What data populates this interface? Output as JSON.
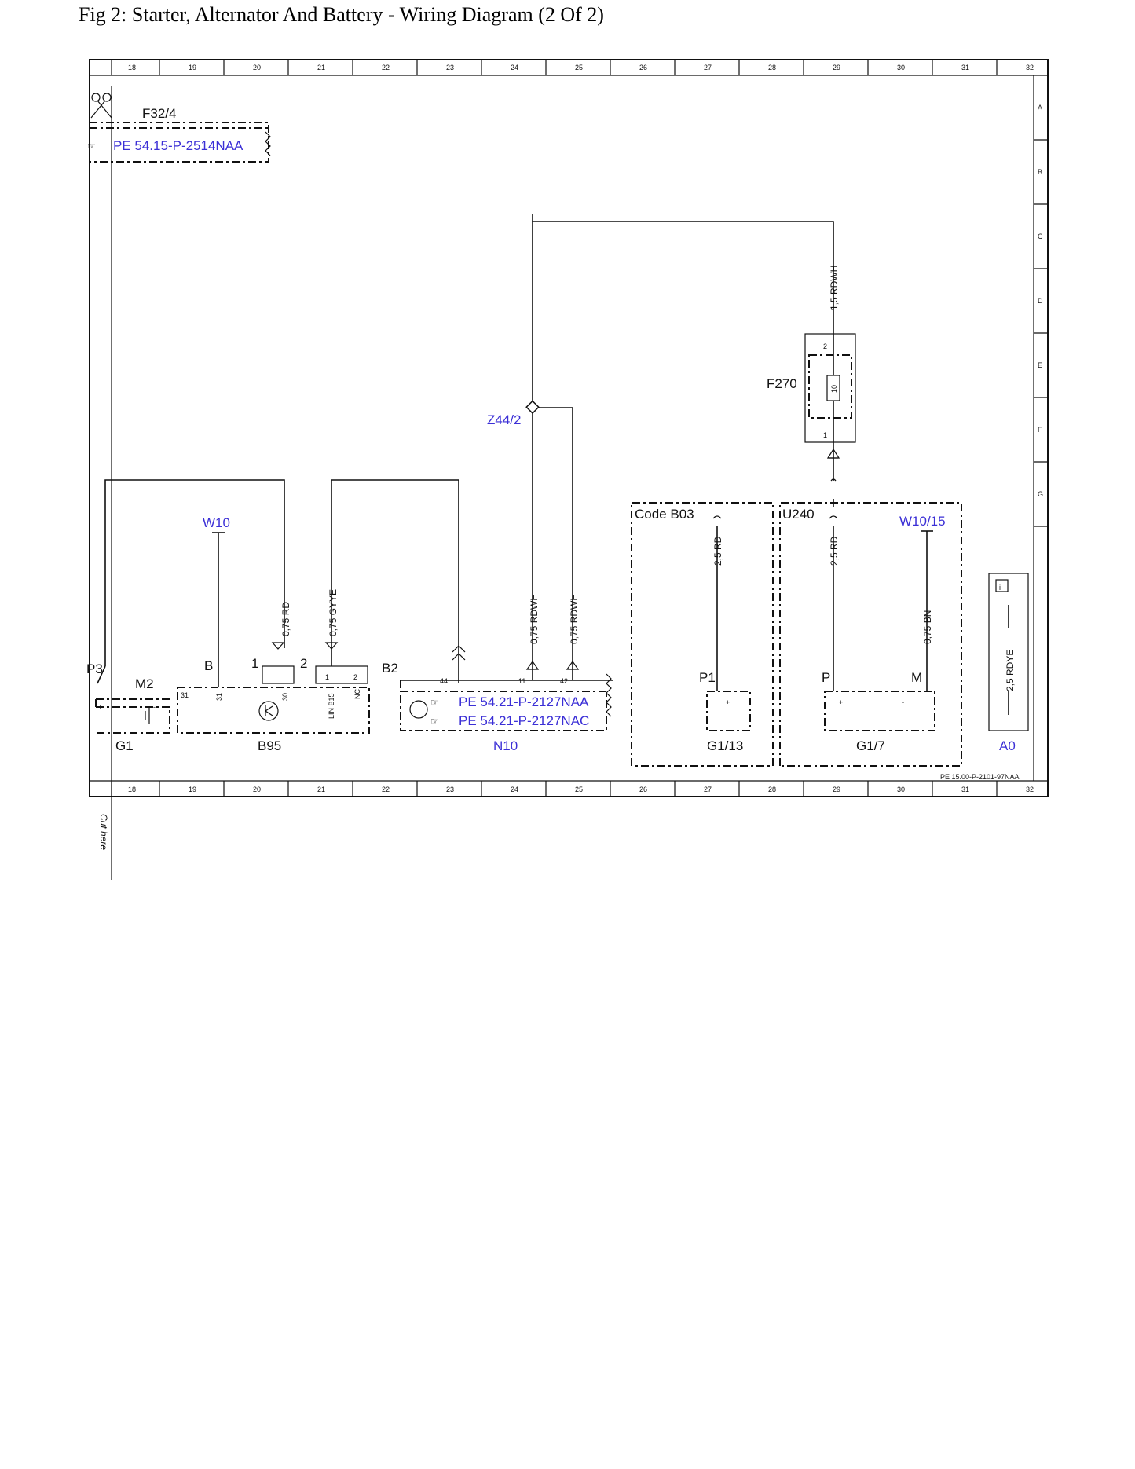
{
  "page": {
    "title": "Fig 2: Starter, Alternator And Battery - Wiring Diagram (2 Of 2)"
  },
  "grid": {
    "columns": [
      "18",
      "19",
      "20",
      "21",
      "22",
      "23",
      "24",
      "25",
      "26",
      "27",
      "28",
      "29",
      "30",
      "31",
      "32"
    ],
    "rows": [
      "A",
      "B",
      "C",
      "D",
      "E",
      "F",
      "G"
    ]
  },
  "cut_here": "Cut here",
  "references": {
    "f32_4": "F32/4",
    "pe_5415": "PE 54.15-P-2514NAA",
    "pe_5421_naa": "PE 54.21-P-2127NAA",
    "pe_5421_nac": "PE 54.21-P-2127NAC",
    "footer_ref": "PE 15.00-P-2101-97NAA"
  },
  "components": {
    "g1": "G1",
    "m2": "M2",
    "p3": "P3",
    "w10": "W10",
    "b95": "B95",
    "b2": "B2",
    "n10": "N10",
    "z44_2": "Z44/2",
    "f270": "F270",
    "code_b03": "Code B03",
    "u240": "U240",
    "g1_13": "G1/13",
    "g1_7": "G1/7",
    "w10_15": "W10/15",
    "a0": "A0"
  },
  "wires": {
    "w075rd": "0,75 RD",
    "w075gyye": "0,75 GYYE",
    "w075rdwh_a": "0,75 RDWH",
    "w075rdwh_b": "0,75 RDWH",
    "w15rdwh": "1,5 RDWH",
    "w25rd_a": "2,5 RD",
    "w25rd_b": "2,5 RD",
    "w075bn": "0,75 BN",
    "w25rdye": "2,5 RDYE"
  },
  "pins": {
    "b": "B",
    "one": "1",
    "two": "2",
    "p31": "31",
    "p30": "30",
    "lin": "LIN B15",
    "nc": "NC",
    "p1a": "1",
    "p2a": "2",
    "n44": "44",
    "n11": "11",
    "n42": "42",
    "f2": "2",
    "f1": "1",
    "f10": "10",
    "p1": "P1",
    "p": "P",
    "m": "M",
    "plus": "+",
    "minus": "-"
  }
}
